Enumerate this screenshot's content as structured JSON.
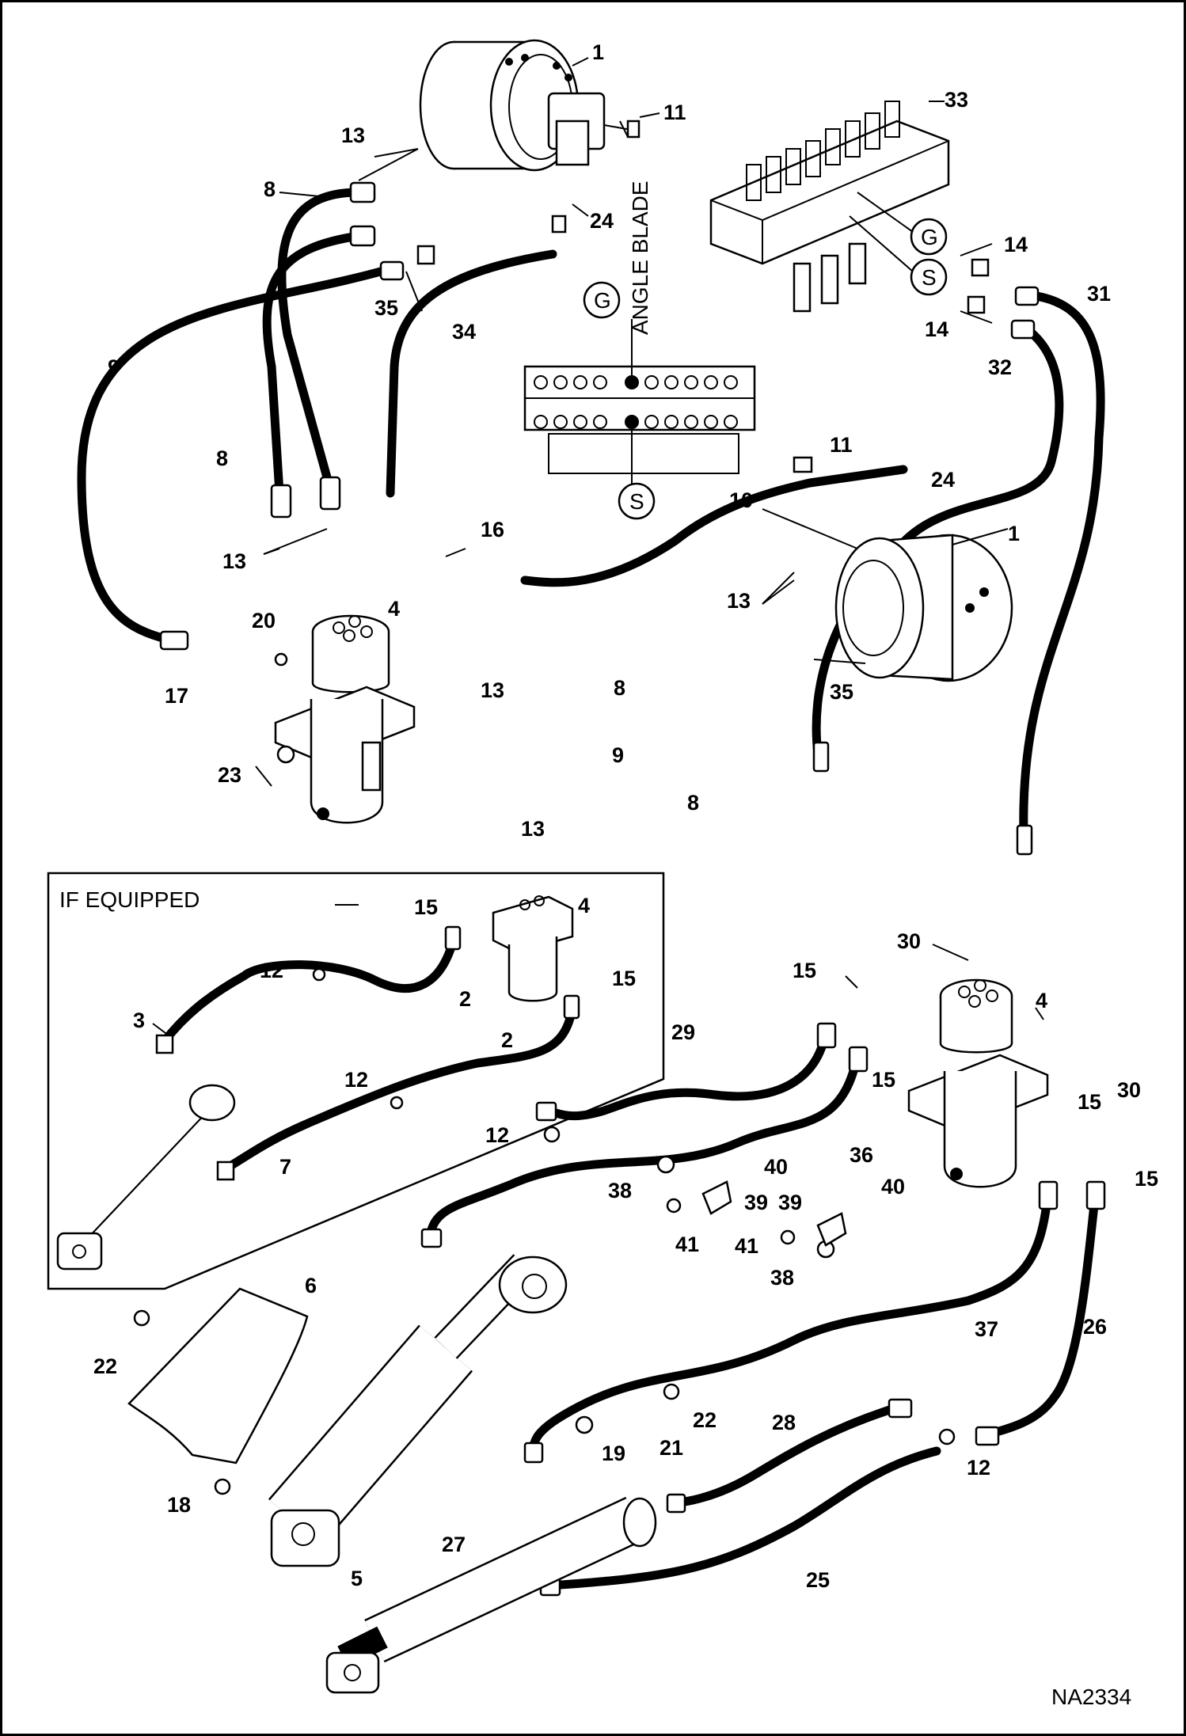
{
  "diagram": {
    "drawing_code": "NA2334",
    "vertical_label": "ANGLE BLADE",
    "inset_label": "IF EQUIPPED",
    "port_markers": {
      "g_top": "G",
      "s_top": "S",
      "g_inset": "G",
      "s_inset": "S"
    },
    "callouts": {
      "c1a": "1",
      "c1b": "1",
      "c2a": "2",
      "c2b": "2",
      "c3": "3",
      "c4a": "4",
      "c4b": "4",
      "c4c": "4",
      "c5": "5",
      "c6": "6",
      "c7": "7",
      "c8a": "8",
      "c8b": "8",
      "c8c": "8",
      "c8d": "8",
      "c9a": "9",
      "c9b": "9",
      "c10": "10",
      "c11a": "11",
      "c11b": "11",
      "c12a": "12",
      "c12b": "12",
      "c12c": "12",
      "c12d": "12",
      "c13a": "13",
      "c13b": "13",
      "c13c": "13",
      "c13d": "13",
      "c13e": "13",
      "c14a": "14",
      "c14b": "14",
      "c15a": "15",
      "c15b": "15",
      "c15c": "15",
      "c15d": "15",
      "c15e": "15",
      "c15f": "15",
      "c16": "16",
      "c17": "17",
      "c18": "18",
      "c19": "19",
      "c20": "20",
      "c21": "21",
      "c22a": "22",
      "c22b": "22",
      "c23": "23",
      "c24a": "24",
      "c24b": "24",
      "c25": "25",
      "c26": "26",
      "c27": "27",
      "c28": "28",
      "c29": "29",
      "c30a": "30",
      "c30b": "30",
      "c31": "31",
      "c32": "32",
      "c33": "33",
      "c34": "34",
      "c35a": "35",
      "c35b": "35",
      "c36": "36",
      "c37": "37",
      "c38a": "38",
      "c38b": "38",
      "c39a": "39",
      "c39b": "39",
      "c40a": "40",
      "c40b": "40",
      "c41a": "41",
      "c41b": "41"
    }
  }
}
